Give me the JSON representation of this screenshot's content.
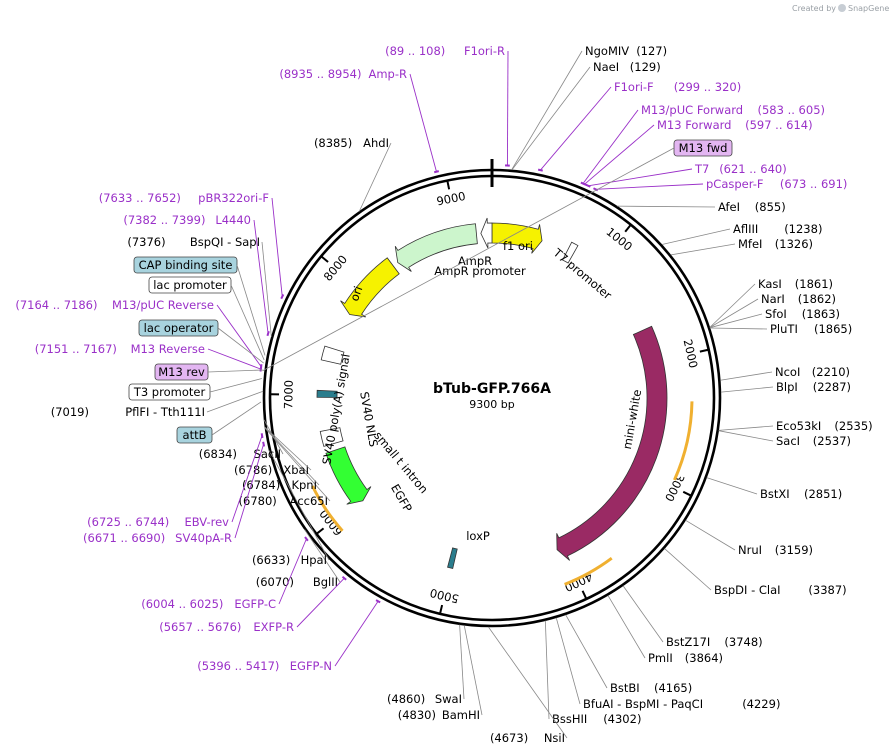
{
  "credit": "Created by",
  "brand": "SnapGene",
  "plasmid": {
    "name": "bTub-GFP.766A",
    "length_label": "9300 bp",
    "length": 9300
  },
  "ticks": [
    "1000",
    "2000",
    "3000",
    "4000",
    "5000",
    "6000",
    "7000",
    "8000",
    "9000"
  ],
  "features": [
    {
      "name": "f1 ori",
      "start": 0,
      "end": 456,
      "color": "#f6f200",
      "arrow": "cw"
    },
    {
      "name": "AmpR promoter",
      "start": 9200,
      "end": 9300,
      "color": "#ffffff",
      "arrow": "ccw"
    },
    {
      "name": "AmpR",
      "start": 8400,
      "end": 9160,
      "color": "#ccf5cc",
      "arrow": "ccw"
    },
    {
      "name": "ori",
      "start": 7760,
      "end": 8350,
      "color": "#f6f200",
      "arrow": "ccw"
    },
    {
      "name": "SV40 poly(A) signal",
      "start": 7300,
      "end": 7420,
      "color": "#ffffff",
      "arrow": "none"
    },
    {
      "name": "SV40 NLS",
      "start": 6980,
      "end": 7040,
      "color": "#2a7d8d",
      "arrow": "none"
    },
    {
      "name": "small t intron",
      "start": 6560,
      "end": 6690,
      "color": "#ffffff",
      "arrow": "none"
    },
    {
      "name": "EGFP",
      "start": 5980,
      "end": 6500,
      "color": "#33ff33",
      "arrow": "ccw"
    },
    {
      "name": "loxP",
      "start": 4985,
      "end": 5030,
      "color": "#2a7d8d",
      "arrow": "none"
    },
    {
      "name": "mini-white",
      "start": 1700,
      "end": 4050,
      "color": "#9a2a64",
      "arrow": "cw"
    },
    {
      "name": "T7 promoter",
      "start": 700,
      "end": 760,
      "color": "#ffffff",
      "arrow": "none"
    }
  ],
  "sites": [
    {
      "name": "NgoMIV",
      "pos": "(127)"
    },
    {
      "name": "NaeI",
      "pos": "(129)"
    },
    {
      "name": "AfeI",
      "pos": "(855)"
    },
    {
      "name": "AflIII",
      "pos": "(1238)"
    },
    {
      "name": "MfeI",
      "pos": "(1326)"
    },
    {
      "name": "KasI",
      "pos": "(1861)"
    },
    {
      "name": "NarI",
      "pos": "(1862)"
    },
    {
      "name": "SfoI",
      "pos": "(1863)"
    },
    {
      "name": "PluTI",
      "pos": "(1865)"
    },
    {
      "name": "NcoI",
      "pos": "(2210)"
    },
    {
      "name": "BlpI",
      "pos": "(2287)"
    },
    {
      "name": "Eco53kI",
      "pos": "(2535)"
    },
    {
      "name": "SacI",
      "pos": "(2537)"
    },
    {
      "name": "BstXI",
      "pos": "(2851)"
    },
    {
      "name": "NruI",
      "pos": "(3159)"
    },
    {
      "name": "BspDI - ClaI",
      "pos": "(3387)"
    },
    {
      "name": "BstZ17I",
      "pos": "(3748)"
    },
    {
      "name": "PmlI",
      "pos": "(3864)"
    },
    {
      "name": "BstBI",
      "pos": "(4165)"
    },
    {
      "name": "BfuAI - BspMI - PaqCI",
      "pos": "(4229)"
    },
    {
      "name": "BssHII",
      "pos": "(4302)"
    },
    {
      "name": "NsiI",
      "pos": "(4673)"
    },
    {
      "name": "BamHI",
      "pos": "(4830)"
    },
    {
      "name": "SwaI",
      "pos": "(4860)"
    },
    {
      "name": "BglII",
      "pos": "(6070)"
    },
    {
      "name": "HpaI",
      "pos": "(6633)"
    },
    {
      "name": "Acc65I",
      "pos": "(6780)"
    },
    {
      "name": "KpnI",
      "pos": "(6784)"
    },
    {
      "name": "XbaI",
      "pos": "(6786)"
    },
    {
      "name": "SacII",
      "pos": "(6834)"
    },
    {
      "name": "PflFI - Tth111I",
      "pos": "(7019)"
    },
    {
      "name": "BspQI - SapI",
      "pos": "(7376)"
    },
    {
      "name": "AhdI",
      "pos": "(8385)"
    }
  ],
  "primers": [
    {
      "name": "F1ori-R",
      "range": "(89 .. 108)"
    },
    {
      "name": "Amp-R",
      "range": "(8935 .. 8954)"
    },
    {
      "name": "F1ori-F",
      "range": "(299 .. 320)"
    },
    {
      "name": "M13/pUC Forward",
      "range": "(583 .. 605)"
    },
    {
      "name": "M13 Forward",
      "range": "(597 .. 614)"
    },
    {
      "name": "T7",
      "range": "(621 .. 640)"
    },
    {
      "name": "pCasper-F",
      "range": "(673 .. 691)"
    },
    {
      "name": "pBR322ori-F",
      "range": "(7633 .. 7652)"
    },
    {
      "name": "L4440",
      "range": "(7382 .. 7399)"
    },
    {
      "name": "M13/pUC Reverse",
      "range": "(7164 .. 7186)"
    },
    {
      "name": "M13 Reverse",
      "range": "(7151 .. 7167)"
    },
    {
      "name": "EBV-rev",
      "range": "(6725 .. 6744)"
    },
    {
      "name": "SV40pA-R",
      "range": "(6671 .. 6690)"
    },
    {
      "name": "EGFP-C",
      "range": "(6004 .. 6025)"
    },
    {
      "name": "EXFP-R",
      "range": "(5657 .. 5676)"
    },
    {
      "name": "EGFP-N",
      "range": "(5396 .. 5417)"
    }
  ],
  "boxes": [
    {
      "name": "M13 fwd",
      "fill": "#e3b6f2"
    },
    {
      "name": "CAP binding site",
      "fill": "#a8d3de"
    },
    {
      "name": "lac promoter",
      "fill": "#ffffff"
    },
    {
      "name": "lac operator",
      "fill": "#a8d3de"
    },
    {
      "name": "M13 rev",
      "fill": "#e3b6f2"
    },
    {
      "name": "T3 promoter",
      "fill": "#ffffff"
    },
    {
      "name": "attB",
      "fill": "#a8d3de"
    }
  ],
  "colors": {
    "primer": "#9a30c8",
    "backbone": "#000000",
    "orf": "#f0b030"
  }
}
